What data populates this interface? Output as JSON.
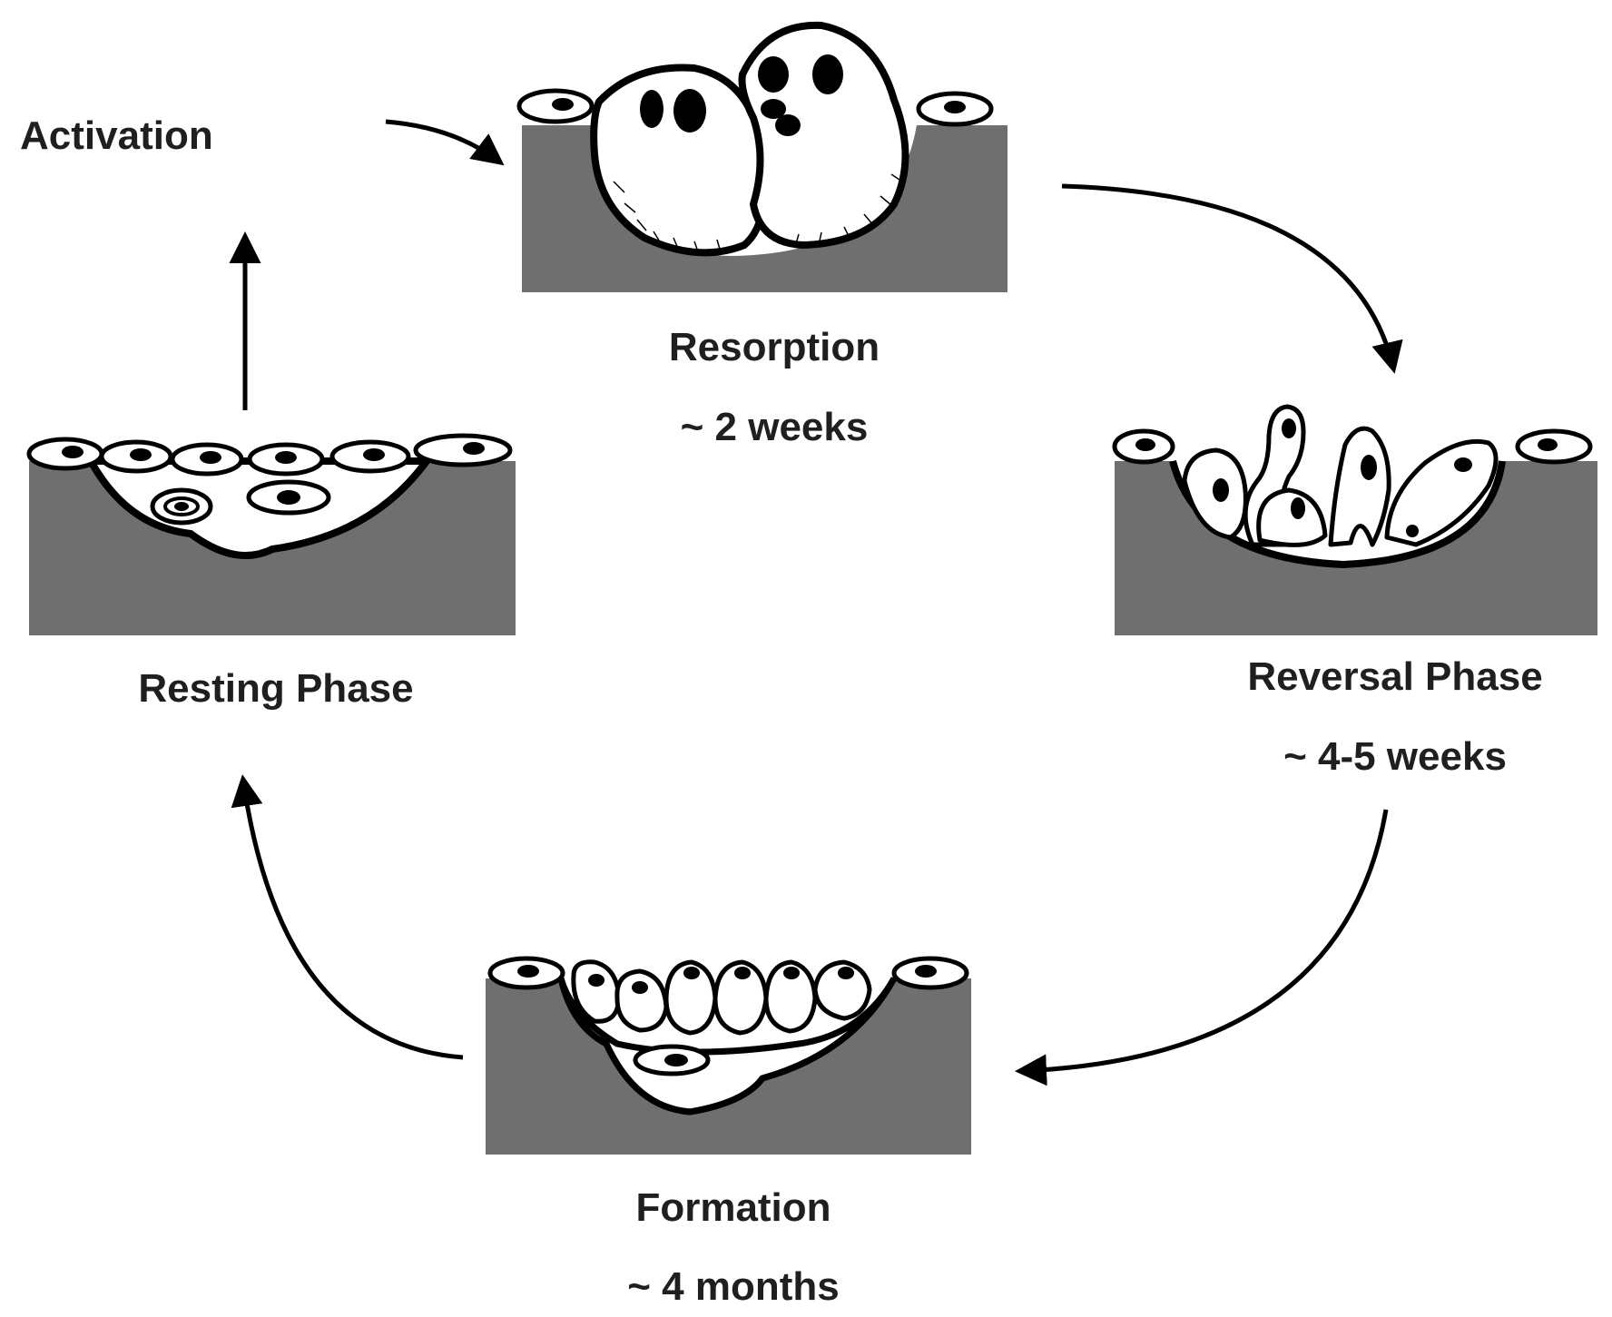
{
  "labels": {
    "activation": "Activation",
    "resorption": "Resorption",
    "resorption_duration": "~ 2 weeks",
    "reversal": "Reversal Phase",
    "reversal_duration": "~ 4-5 weeks",
    "formation": "Formation",
    "formation_duration": "~ 4 months",
    "resting": "Resting Phase"
  }
}
